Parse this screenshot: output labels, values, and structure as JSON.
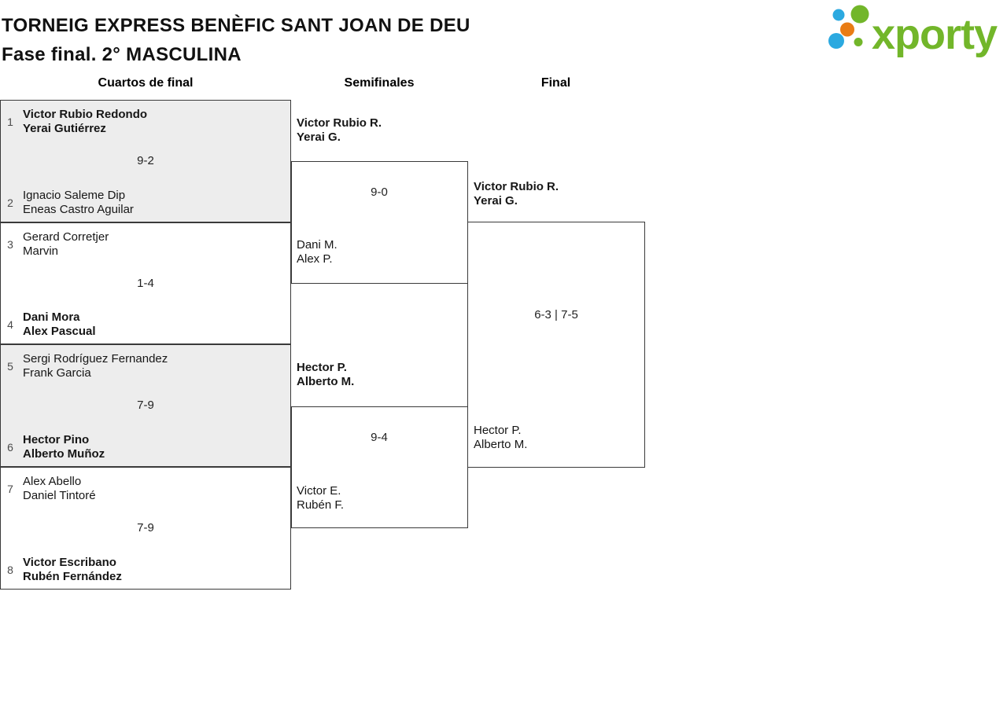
{
  "header": {
    "title": "TORNEIG EXPRESS BENÈFIC SANT JOAN DE DEU",
    "subtitle": "Fase final. 2° MASCULINA"
  },
  "logo": {
    "brand": "xporty"
  },
  "round_headers": {
    "quarterfinals": "Cuartos de final",
    "semifinals": "Semifinales",
    "final": "Final"
  },
  "bracket": {
    "quarterfinals": [
      {
        "seed_top": "1",
        "top_player1": "Victor Rubio Redondo",
        "top_player2": "Yerai Gutiérrez",
        "score": "9-2",
        "seed_bottom": "2",
        "bottom_player1": "Ignacio Saleme Dip",
        "bottom_player2": "Eneas Castro Aguilar",
        "winner": "top"
      },
      {
        "seed_top": "3",
        "top_player1": "Gerard Corretjer",
        "top_player2": "Marvin",
        "score": "1-4",
        "seed_bottom": "4",
        "bottom_player1": "Dani Mora",
        "bottom_player2": "Alex Pascual",
        "winner": "bottom"
      },
      {
        "seed_top": "5",
        "top_player1": "Sergi Rodríguez Fernandez",
        "top_player2": "Frank Garcia",
        "score": "7-9",
        "seed_bottom": "6",
        "bottom_player1": "Hector Pino",
        "bottom_player2": "Alberto Muñoz",
        "winner": "bottom"
      },
      {
        "seed_top": "7",
        "top_player1": "Alex Abello",
        "top_player2": "Daniel Tintoré",
        "score": "7-9",
        "seed_bottom": "8",
        "bottom_player1": "Victor Escribano",
        "bottom_player2": "Rubén Fernández",
        "winner": "bottom"
      }
    ],
    "semifinals": [
      {
        "top_player1": "Victor Rubio R.",
        "top_player2": "Yerai G.",
        "score": "9-0",
        "bottom_player1": "Dani M.",
        "bottom_player2": "Alex P.",
        "winner": "top"
      },
      {
        "top_player1": "Hector P.",
        "top_player2": "Alberto M.",
        "score": "9-4",
        "bottom_player1": "Victor E.",
        "bottom_player2": "Rubén F.",
        "winner": "top"
      }
    ],
    "final": {
      "top_player1": "Victor Rubio R.",
      "top_player2": "Yerai G.",
      "score": "6-3 | 7-5",
      "bottom_player1": "Hector P.",
      "bottom_player2": "Alberto M.",
      "winner": "top"
    }
  },
  "colors": {
    "brand_green": "#72b62a",
    "brand_blue": "#2ba9e0",
    "brand_orange": "#e97c14",
    "match_shaded_bg": "#ededed",
    "line": "#3a3a3a"
  }
}
